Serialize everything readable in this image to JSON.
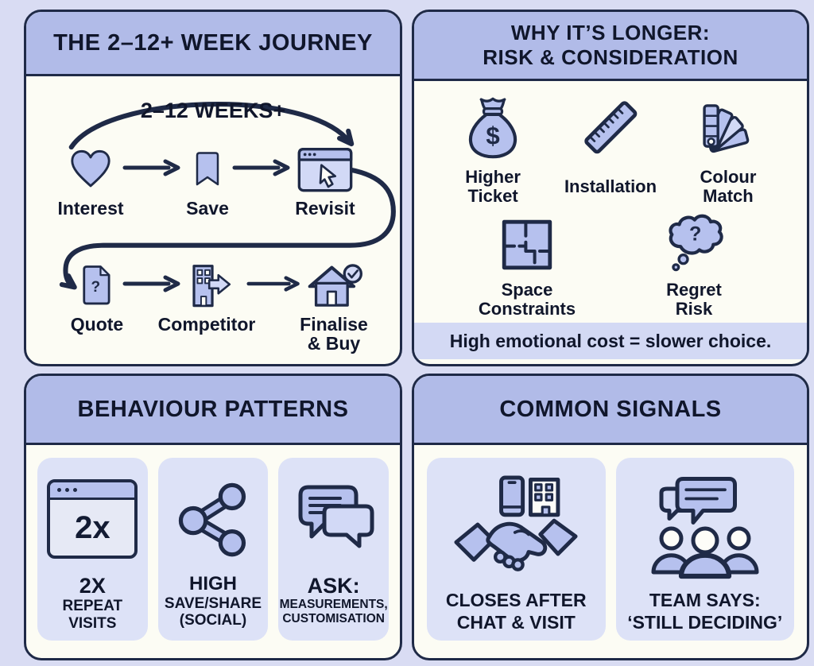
{
  "colors": {
    "page-bg": "#d9dcf3",
    "panel-header": "#b1bbe8",
    "panel-body": "#fcfcf4",
    "card-bg": "#dde2f7",
    "peri": "#b6c1ee",
    "peri-light": "#d2d9f6",
    "navy": "#1f2a47",
    "text": "#10162b",
    "footer-strip": "#d3d9f4"
  },
  "journey": {
    "title": "THE 2–12+ WEEK JOURNEY",
    "arc_label": "2–12 WEEKS+",
    "row1": [
      {
        "label": "Interest"
      },
      {
        "label": "Save"
      },
      {
        "label": "Revisit"
      }
    ],
    "row2": [
      {
        "label": "Quote",
        "glyph": "?"
      },
      {
        "label": "Competitor"
      },
      {
        "label_line1": "Finalise",
        "label_line2": "& Buy"
      }
    ]
  },
  "risk": {
    "title_line1": "WHY IT’S LONGER:",
    "title_line2": "RISK & CONSIDERATION",
    "items": [
      {
        "line1": "Higher",
        "line2": "Ticket",
        "glyph": "$"
      },
      {
        "line1": "Installation",
        "line2": ""
      },
      {
        "line1": "Colour",
        "line2": "Match"
      },
      {
        "line1": "Space",
        "line2": "Constraints"
      },
      {
        "line1": "Regret",
        "line2": "Risk",
        "glyph": "?"
      }
    ],
    "footer": "High emotional cost = slower choice."
  },
  "behaviour": {
    "title": "BEHAVIOUR PATTERNS",
    "cards": [
      {
        "badge": "2x",
        "line1": "2X",
        "line2": "REPEAT",
        "line3": "VISITS"
      },
      {
        "line1": "HIGH",
        "line2": "SAVE/SHARE",
        "line3": "(SOCIAL)"
      },
      {
        "line1": "ASK:",
        "line2": "MEASUREMENTS,",
        "line3": "CUSTOMISATION"
      }
    ]
  },
  "signals": {
    "title": "COMMON SIGNALS",
    "cards": [
      {
        "line1": "CLOSES AFTER",
        "line2": "CHAT & VISIT"
      },
      {
        "line1": "TEAM SAYS:",
        "line2": "‘STILL DECIDING’"
      }
    ]
  }
}
